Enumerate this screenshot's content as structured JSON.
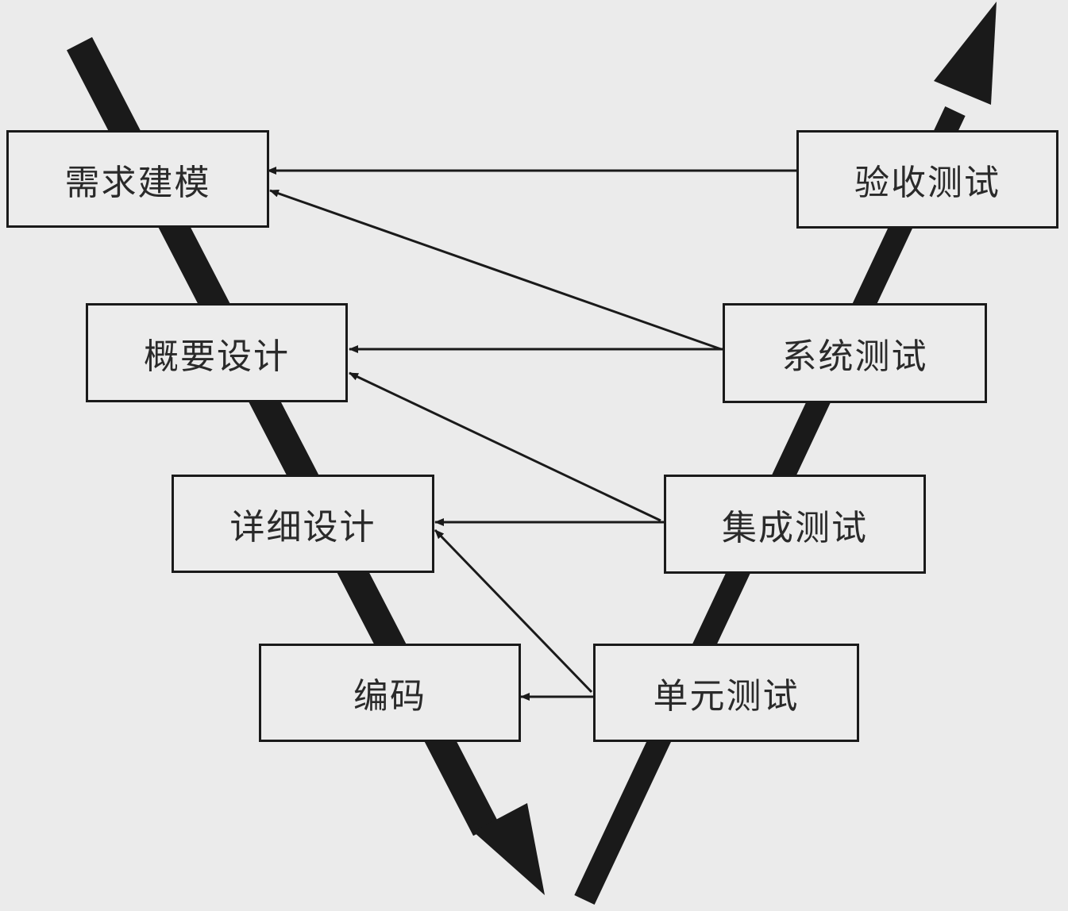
{
  "diagram": {
    "type": "V-model",
    "left_stages": [
      "需求建模",
      "概要设计",
      "详细设计",
      "编码"
    ],
    "right_stages": [
      "验收测试",
      "系统测试",
      "集成测试",
      "单元测试"
    ],
    "connections": [
      {
        "from": "验收测试",
        "to": "需求建模"
      },
      {
        "from": "系统测试",
        "to": "需求建模"
      },
      {
        "from": "系统测试",
        "to": "概要设计"
      },
      {
        "from": "集成测试",
        "to": "概要设计"
      },
      {
        "from": "集成测试",
        "to": "详细设计"
      },
      {
        "from": "单元测试",
        "to": "详细设计"
      },
      {
        "from": "单元测试",
        "to": "编码"
      }
    ],
    "colors": {
      "background": "#ebebeb",
      "ink": "#1a1a1a"
    }
  }
}
